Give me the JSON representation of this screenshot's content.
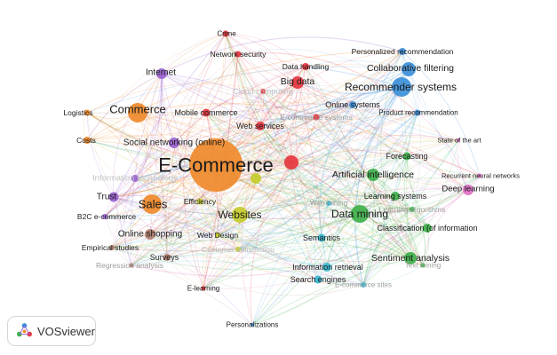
{
  "app": {
    "name": "VOSviewer"
  },
  "colors": {
    "red": "#e5363f",
    "blue": "#3d8fd9",
    "green": "#3fb04a",
    "orange": "#ef8a2b",
    "purple": "#9a62d3",
    "yellow": "#c6cc2c",
    "cyan": "#36b7d1",
    "pink": "#de6fc4",
    "brown": "#b17d6c",
    "grey": "#b9b9b9"
  },
  "network": {
    "nodes": [
      {
        "id": "ecommerce",
        "label": "E-Commerce",
        "cluster": "orange",
        "weight": 100
      },
      {
        "id": "commerce",
        "label": "Commerce",
        "cluster": "orange",
        "weight": 30
      },
      {
        "id": "sales",
        "label": "Sales",
        "cluster": "orange",
        "weight": 32
      },
      {
        "id": "logistics",
        "label": "Logistics",
        "cluster": "orange",
        "weight": 6
      },
      {
        "id": "costs",
        "label": "Costs",
        "cluster": "orange",
        "weight": 7
      },
      {
        "id": "internet",
        "label": "Internet",
        "cluster": "purple",
        "weight": 14
      },
      {
        "id": "social",
        "label": "Social networking (online)",
        "cluster": "purple",
        "weight": 12
      },
      {
        "id": "trust",
        "label": "Trust",
        "cluster": "purple",
        "weight": 11
      },
      {
        "id": "infotech",
        "label": "Information technology",
        "cluster": "purple",
        "weight": 5
      },
      {
        "id": "b2c",
        "label": "B2C e-commerce",
        "cluster": "purple",
        "weight": 5
      },
      {
        "id": "crime",
        "label": "Crime",
        "cluster": "red",
        "weight": 6
      },
      {
        "id": "netsec",
        "label": "Network security",
        "cluster": "red",
        "weight": 6
      },
      {
        "id": "datahandling",
        "label": "Data handling",
        "cluster": "red",
        "weight": 7
      },
      {
        "id": "bigdata",
        "label": "Big data",
        "cluster": "red",
        "weight": 16
      },
      {
        "id": "cloud",
        "label": "Cloud computing",
        "cluster": "red",
        "weight": 4
      },
      {
        "id": "mobile",
        "label": "Mobile commerce",
        "cluster": "red",
        "weight": 8
      },
      {
        "id": "ecsystems",
        "label": "E-commerce systems",
        "cluster": "red",
        "weight": 6
      },
      {
        "id": "webservices",
        "label": "Web services",
        "cluster": "red",
        "weight": 9
      },
      {
        "id": "redhub",
        "label": "",
        "cluster": "red",
        "weight": 18
      },
      {
        "id": "personalized",
        "label": "Personalized recommendation",
        "cluster": "blue",
        "weight": 6
      },
      {
        "id": "collab",
        "label": "Collaborative filtering",
        "cluster": "blue",
        "weight": 16
      },
      {
        "id": "recsys",
        "label": "Recommender systems",
        "cluster": "blue",
        "weight": 26
      },
      {
        "id": "onlinesys",
        "label": "Online systems",
        "cluster": "blue",
        "weight": 7
      },
      {
        "id": "productrec",
        "label": "Product recommendation",
        "cluster": "blue",
        "weight": 6
      },
      {
        "id": "stateart",
        "label": "State of the art",
        "cluster": "pink",
        "weight": 3
      },
      {
        "id": "forecasting",
        "label": "Forecasting",
        "cluster": "green",
        "weight": 8
      },
      {
        "id": "rnn",
        "label": "Recurrent neural networks",
        "cluster": "pink",
        "weight": 4
      },
      {
        "id": "deeplearning",
        "label": "Deep learning",
        "cluster": "pink",
        "weight": 13
      },
      {
        "id": "ai",
        "label": "Artificial intelligence",
        "cluster": "green",
        "weight": 14
      },
      {
        "id": "learningsys",
        "label": "Learning systems",
        "cluster": "green",
        "weight": 10
      },
      {
        "id": "learningalg",
        "label": "Learning algorithms",
        "cluster": "green",
        "weight": 5
      },
      {
        "id": "datamining",
        "label": "Data mining",
        "cluster": "green",
        "weight": 24
      },
      {
        "id": "webmining",
        "label": "Web mining",
        "cluster": "cyan",
        "weight": 4
      },
      {
        "id": "classification",
        "label": "Classification (of information",
        "cluster": "green",
        "weight": 10
      },
      {
        "id": "semantics",
        "label": "Semantics",
        "cluster": "cyan",
        "weight": 8
      },
      {
        "id": "sentiment",
        "label": "Sentiment analysis",
        "cluster": "green",
        "weight": 14
      },
      {
        "id": "textmining",
        "label": "Text mining",
        "cluster": "green",
        "weight": 4
      },
      {
        "id": "inforetrieval",
        "label": "Information retrieval",
        "cluster": "cyan",
        "weight": 10
      },
      {
        "id": "search",
        "label": "Search engines",
        "cluster": "cyan",
        "weight": 9
      },
      {
        "id": "ecomsites",
        "label": "E-commerce sites",
        "cluster": "cyan",
        "weight": 5
      },
      {
        "id": "websites",
        "label": "Websites",
        "cluster": "yellow",
        "weight": 22
      },
      {
        "id": "efficiency",
        "label": "Efficiency",
        "cluster": "yellow",
        "weight": 6
      },
      {
        "id": "yellowhub",
        "label": "",
        "cluster": "yellow",
        "weight": 9
      },
      {
        "id": "webdesign",
        "label": "Web Design",
        "cluster": "yellow",
        "weight": 5
      },
      {
        "id": "customersat",
        "label": "Customer satisfaction",
        "cluster": "yellow",
        "weight": 4
      },
      {
        "id": "onlineshop",
        "label": "Online shopping",
        "cluster": "brown",
        "weight": 13
      },
      {
        "id": "empirical",
        "label": "Empirical studies",
        "cluster": "brown",
        "weight": 5
      },
      {
        "id": "surveys",
        "label": "Surveys",
        "cluster": "brown",
        "weight": 7
      },
      {
        "id": "regression",
        "label": "Regression analysis",
        "cluster": "brown",
        "weight": 4
      },
      {
        "id": "elearning",
        "label": "E-learning",
        "cluster": "red",
        "weight": 4
      },
      {
        "id": "personalizations",
        "label": "Personalizations",
        "cluster": "blue",
        "weight": 3
      }
    ]
  }
}
